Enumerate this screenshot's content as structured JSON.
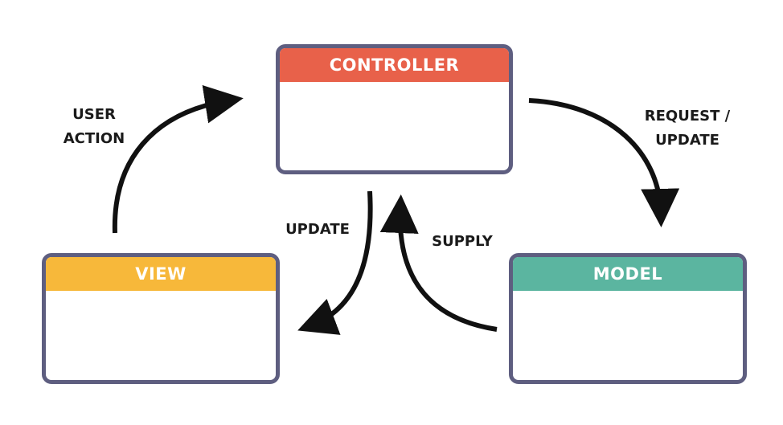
{
  "nodes": {
    "controller": {
      "title": "CONTROLLER",
      "color": "#e8614a"
    },
    "view": {
      "title": "VIEW",
      "color": "#f7b83a"
    },
    "model": {
      "title": "MODEL",
      "color": "#5bb5a0"
    }
  },
  "edges": {
    "user_action": {
      "line1": "USER",
      "line2": "ACTION"
    },
    "request_update": {
      "line1": "REQUEST /",
      "line2": "UPDATE"
    },
    "update": {
      "label": "UPDATE"
    },
    "supply": {
      "label": "SUPPLY"
    }
  },
  "colors": {
    "border": "#5e5e80",
    "arrow": "#111111"
  }
}
